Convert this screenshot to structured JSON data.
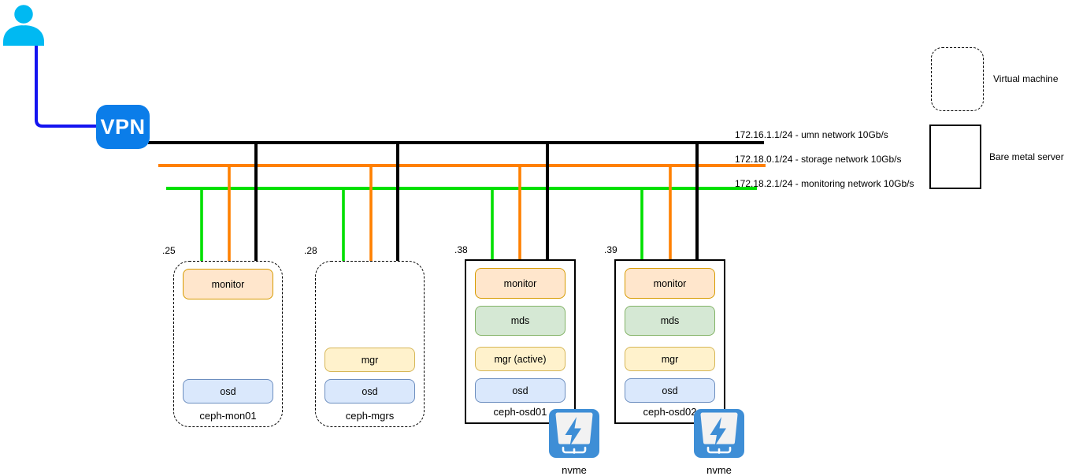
{
  "diagram": {
    "vpn": {
      "label": "VPN"
    },
    "networks": [
      {
        "id": "umn",
        "label": "172.16.1.1/24 - umn network 10Gb/s",
        "color": "#000000"
      },
      {
        "id": "storage",
        "label": "172.18.0.1/24 - storage network 10Gb/s",
        "color": "#ff8000"
      },
      {
        "id": "monitoring",
        "label": "172.18.2.1/24 - monitoring network 10Gb/s",
        "color": "#00e000"
      }
    ],
    "nodes": [
      {
        "ip": ".25",
        "name": "ceph-mon01",
        "type": "virtual-machine",
        "services": [
          {
            "label": "monitor",
            "kind": "monitor"
          },
          {
            "label": "osd",
            "kind": "osd"
          }
        ]
      },
      {
        "ip": ".28",
        "name": "ceph-mgrs",
        "type": "virtual-machine",
        "services": [
          {
            "label": "mgr",
            "kind": "mgr"
          },
          {
            "label": "osd",
            "kind": "osd"
          }
        ]
      },
      {
        "ip": ".38",
        "name": "ceph-osd01",
        "type": "bare-metal",
        "services": [
          {
            "label": "monitor",
            "kind": "monitor"
          },
          {
            "label": "mds",
            "kind": "mds"
          },
          {
            "label": "mgr (active)",
            "kind": "mgr"
          },
          {
            "label": "osd",
            "kind": "osd"
          }
        ],
        "storage": {
          "label": "nvme"
        }
      },
      {
        "ip": ".39",
        "name": "ceph-osd02",
        "type": "bare-metal",
        "services": [
          {
            "label": "monitor",
            "kind": "monitor"
          },
          {
            "label": "mds",
            "kind": "mds"
          },
          {
            "label": "mgr",
            "kind": "mgr"
          },
          {
            "label": "osd",
            "kind": "osd"
          }
        ],
        "storage": {
          "label": "nvme"
        }
      }
    ],
    "legend": [
      {
        "label": "Virtual machine",
        "style": "dashed"
      },
      {
        "label": "Bare metal server",
        "style": "solid"
      }
    ],
    "palette": {
      "vpn_blue": "#0b7de9",
      "user_cyan": "#00b9f2",
      "user_link_blue": "#1414f0",
      "nvme_blue": "#3e8ed6",
      "service_monitor": {
        "fill": "#ffe6cc",
        "border": "#d79b00"
      },
      "service_mds": {
        "fill": "#d5e8d4",
        "border": "#82b366"
      },
      "service_mgr": {
        "fill": "#fff2cc",
        "border": "#d6b656"
      },
      "service_osd": {
        "fill": "#dae8fc",
        "border": "#6c8ebf"
      }
    }
  }
}
